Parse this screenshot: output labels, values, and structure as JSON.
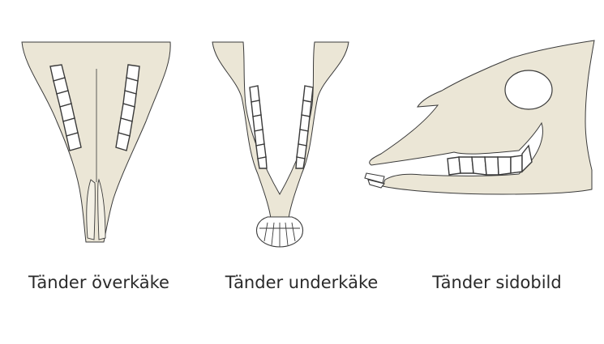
{
  "colors": {
    "bone": "#ebe6d6",
    "outline": "#3a3a3a",
    "tooth": "#ffffff",
    "text": "#2a2a2a"
  },
  "labels": {
    "upper_jaw": "Tänder överkäke",
    "lower_jaw": "Tänder underkäke",
    "side_view": "Tänder sidobild"
  }
}
